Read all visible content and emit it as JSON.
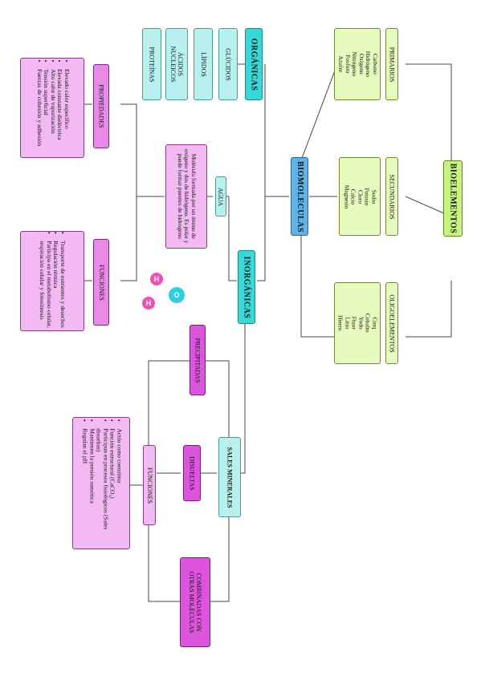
{
  "root": "BIOELEMENTOS",
  "levels": {
    "primarios": "PRIMARIOS",
    "secundarios": "SECUNDARIOS",
    "oligoelementos": "OLIGOELEMENTOS"
  },
  "primarios_list": [
    "Carbono",
    "Hidrógeno",
    "Oxígeno",
    "Nitrógeno",
    "Fosforo",
    "Azufre"
  ],
  "secundarios_list": [
    "Sodio",
    "Potasio",
    "Cloro",
    "Calcio",
    "Magnesio"
  ],
  "oligo_list": [
    "Cinq",
    "Cobalto",
    "Yodo",
    "Fluor",
    "Litio",
    "Hierro"
  ],
  "biomoleculas": "BIOMOLECULAS",
  "organicas": "ORGÁNICAS",
  "organicas_items": [
    "GLÚCIDOS",
    "LÍPIDOS",
    "ÁCIDOS NUCLEICOS",
    "PROTEÍNAS"
  ],
  "inorganicas": "INORGÁNICAS",
  "agua": "AGUA",
  "agua_desc": "Molécula formada por un átomo de oxígeno y dos de hidrógeno. Es polar y puede formar puentes de hidrogeno",
  "propiedades": "PROPIEDADES",
  "propiedades_list": [
    "Elevado calor específico",
    "Elevada constante dieléctrica",
    "Alto calor de vaporización",
    "Tensión superficial",
    "Fuerzas de cohesión y adhesión"
  ],
  "funciones": "FUNCIONES",
  "funciones_list": [
    "Transporte de nutrientes y desechos",
    "Regulación térmica",
    "Participa en el metabolismo celular, respiración celular y fotosíntesis"
  ],
  "sales": "SALES MINERALES",
  "precipitadas": "PRECIPITADAS",
  "disueltas": "DISUELTAS",
  "combinadas": "COMBINADAS CON OTRAS MOLÉCULAS",
  "funciones_sales": "FUNCIONES",
  "funciones_sales_list": [
    "Actúa como coenzima",
    "Función estructural (CaCO₃)",
    "Participan en procesos fisiológicos (Sales disueltas)",
    "Mantienen la presión osmótica",
    "Regulan el pH"
  ],
  "molecule": {
    "o": "O",
    "h1": "H",
    "h2": "H",
    "o_color": "#2ecfe6",
    "h_color": "#f24fb0"
  }
}
